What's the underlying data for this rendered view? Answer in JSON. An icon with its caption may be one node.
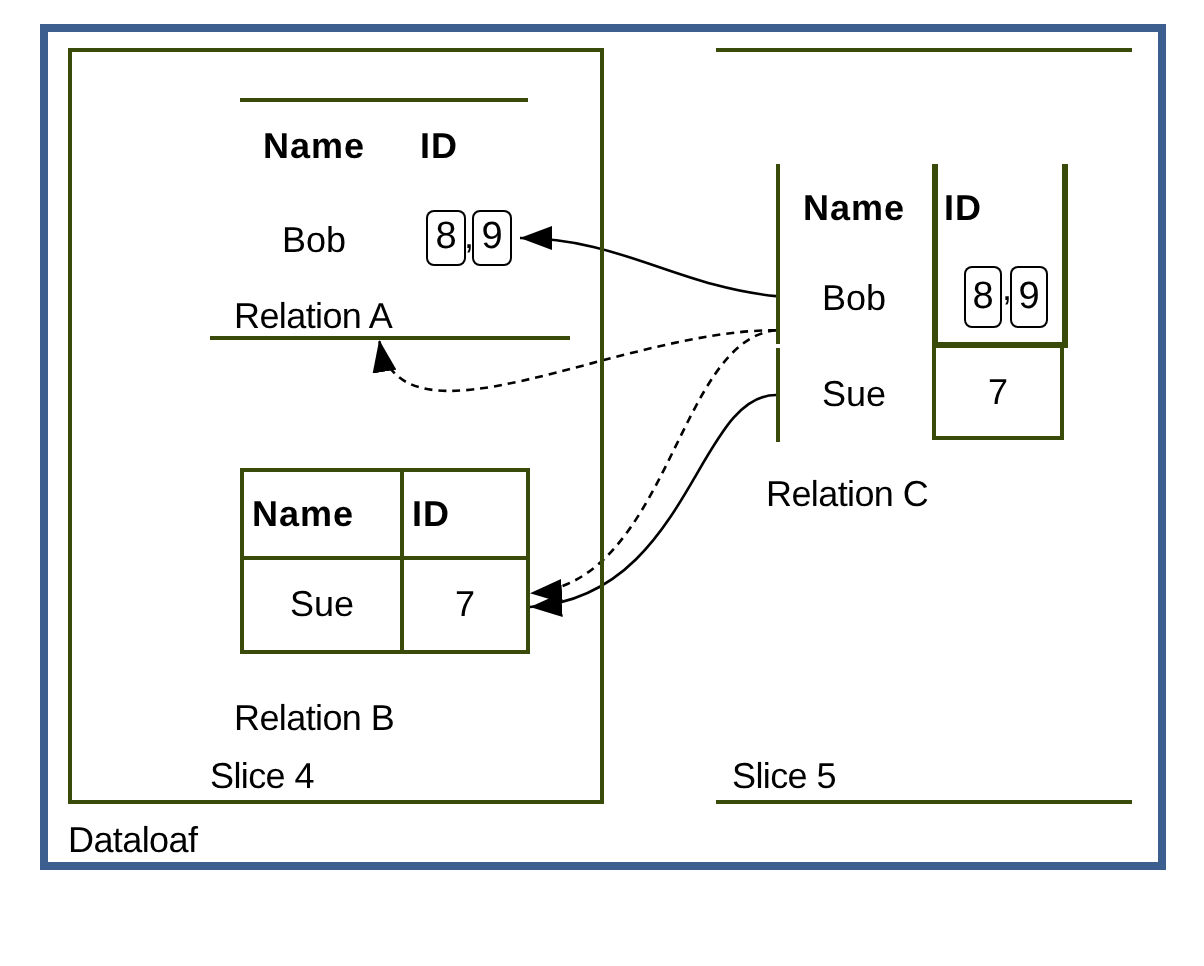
{
  "diagram": {
    "nodes": [
      {
        "text": [
          "Dataloaf"
        ]
      },
      {
        "text": [
          "Slice 4"
        ],
        "in": 0
      },
      {
        "text": [
          "Slice 5"
        ],
        "in": 0
      },
      {
        "text": [
          "Relation A"
        ],
        "in": 1
      },
      {
        "text": [
          "Name"
        ],
        "in": 3
      },
      {
        "text": [
          "ID"
        ],
        "in": 3
      },
      {
        "text": [
          "Bob"
        ],
        "in": 3
      },
      {
        "text": [
          ","
        ],
        "in": 3
      },
      {
        "text": [
          "8"
        ],
        "in": 7
      },
      {
        "text": [
          "9"
        ],
        "in": 7
      },
      {
        "text": [
          "Relation B"
        ],
        "in": 1
      },
      {
        "text": [
          "Name"
        ],
        "in": 10
      },
      {
        "text": [
          "ID"
        ],
        "in": 10
      },
      {
        "text": [
          "Sue"
        ],
        "in": 10
      },
      {
        "text": [
          "7"
        ],
        "in": 10
      },
      {
        "text": [
          "Relation C"
        ],
        "in": 2
      },
      {
        "text": [
          "Name"
        ],
        "in": 15
      },
      {
        "text": [
          "ID"
        ],
        "in": 15
      },
      {
        "text": [
          "Bob"
        ],
        "in": 15
      },
      {
        "text": [
          ","
        ],
        "in": 15
      },
      {
        "text": [
          "8"
        ],
        "in": 19
      },
      {
        "text": [
          "9"
        ],
        "in": 19
      },
      {
        "text": [
          "Sue"
        ],
        "in": 15
      },
      {
        "text": [
          "7"
        ],
        "in": 15
      }
    ],
    "edges": [
      {
        "from": 18,
        "to": 7,
        "arrow": "to"
      },
      {
        "from": 18,
        "to": 3,
        "arrow": "to",
        "style": "dashed"
      },
      {
        "from": 18,
        "to": 14,
        "arrow": "to",
        "style": "dashed"
      },
      {
        "from": 22,
        "to": 14,
        "arrow": "to"
      }
    ]
  }
}
